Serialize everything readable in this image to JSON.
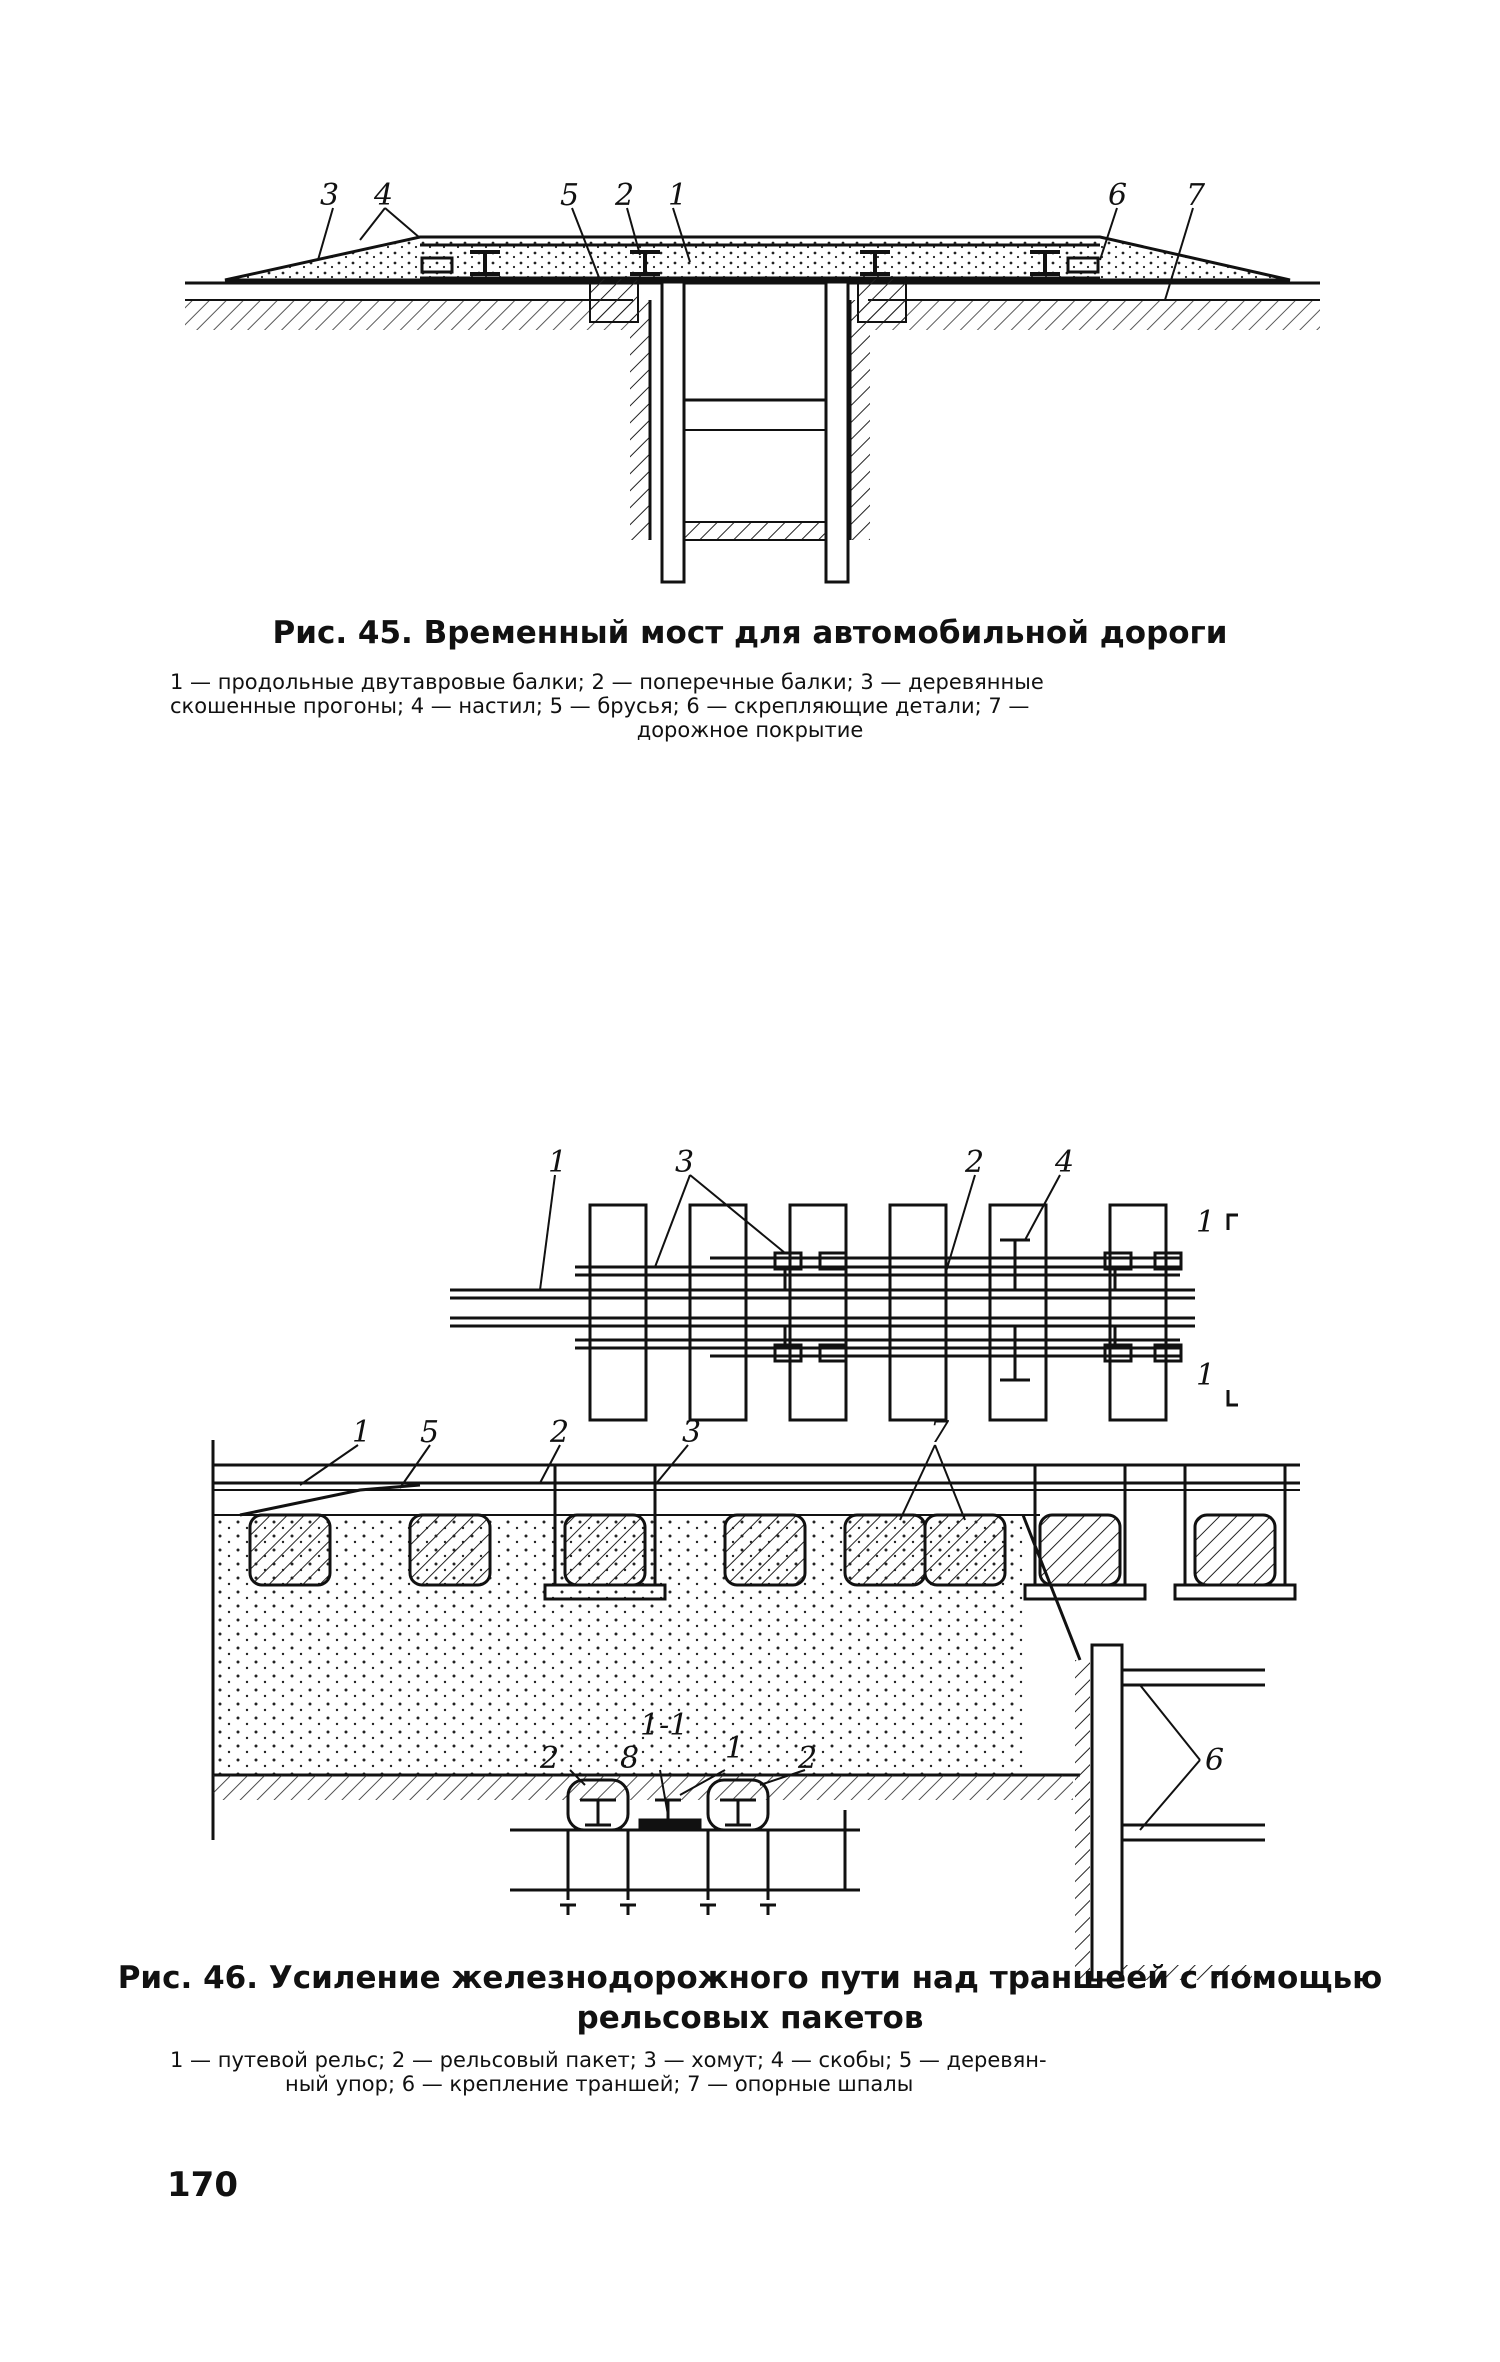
{
  "fig45": {
    "labels": {
      "l3": "3",
      "l4": "4",
      "l5": "5",
      "l2": "2",
      "l1": "1",
      "l6": "6",
      "l7": "7"
    },
    "title": "Рис. 45. Временный мост для автомобильной дороги",
    "legend": {
      "line1": "1 — продольные двутавровые балки; 2 — поперечные балки; 3 — деревянные",
      "line2": "скошенные прогоны; 4 — настил; 5 — брусья; 6 — скрепляющие детали; 7 —",
      "line3": "дорожное покрытие"
    }
  },
  "fig46": {
    "plan_labels": {
      "l1": "1",
      "l3": "3",
      "l2": "2",
      "l4": "4",
      "sec_top": "1",
      "sec_bottom": "1"
    },
    "elev_labels": {
      "l1": "1",
      "l5": "5",
      "l2": "2",
      "l3": "3",
      "l7": "7",
      "l6": "6"
    },
    "section_labels": {
      "title": "1-1",
      "l2a": "2",
      "l8": "8",
      "l1": "1",
      "l2b": "2"
    },
    "title_line1": "Рис. 46. Усиление железнодорожного пути над траншеей с помощью",
    "title_line2": "рельсовых пакетов",
    "legend": {
      "line1": "1 — путевой рельс; 2 — рельсовый пакет; 3 — хомут; 4 — скобы; 5 — деревян-",
      "line2": "ный упор; 6 — крепление траншей; 7 — опорные шпалы"
    }
  },
  "page_number": "170"
}
